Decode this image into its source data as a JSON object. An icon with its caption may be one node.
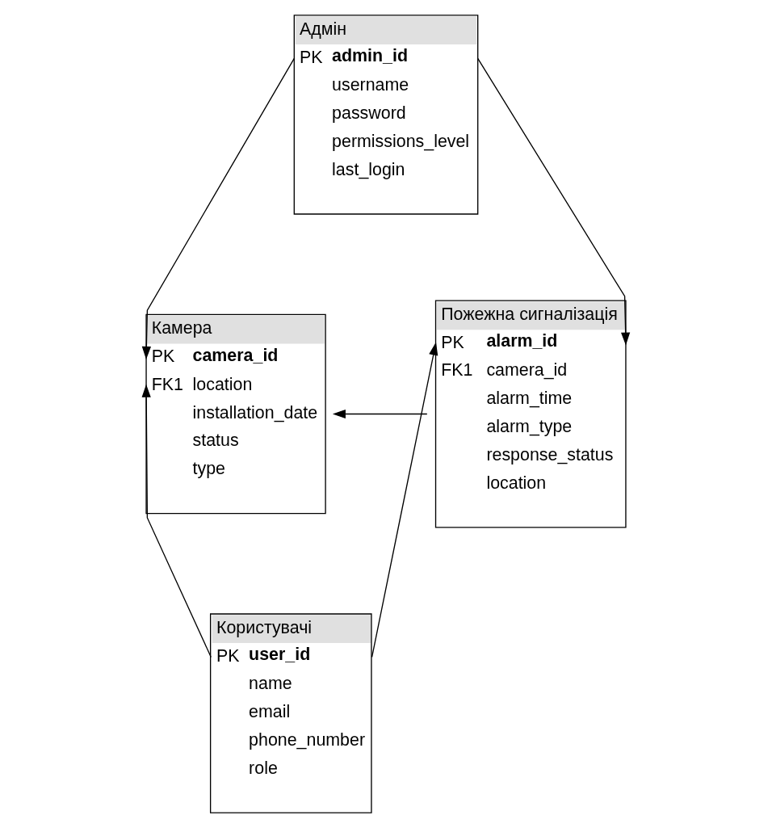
{
  "diagram": {
    "nodes": [
      {
        "text": [
          "Адмін",
          "PK",
          "admin_id",
          "username",
          "password",
          "permissions_level",
          "last_login"
        ]
      },
      {
        "text": [
          "Камера",
          "PK",
          "camera_id",
          "FK1",
          "location",
          "installation_date",
          "status",
          "type"
        ]
      },
      {
        "text": [
          "Пожежна сигналізація",
          "PK",
          "alarm_id",
          "FK1",
          "camera_id",
          "alarm_time",
          "alarm_type",
          "response_status",
          "location"
        ]
      },
      {
        "text": [
          "Користувачі",
          "PK",
          "user_id",
          "name",
          "email",
          "phone_number",
          "role"
        ]
      }
    ],
    "edges": [
      {
        "from": 0,
        "to": 1,
        "arrow": "to"
      },
      {
        "from": 0,
        "to": 2,
        "arrow": "to"
      },
      {
        "from": 2,
        "to": 1,
        "arrow": "to"
      },
      {
        "from": 3,
        "to": 1,
        "arrow": "to"
      },
      {
        "from": 3,
        "to": 2,
        "arrow": "to"
      }
    ]
  }
}
